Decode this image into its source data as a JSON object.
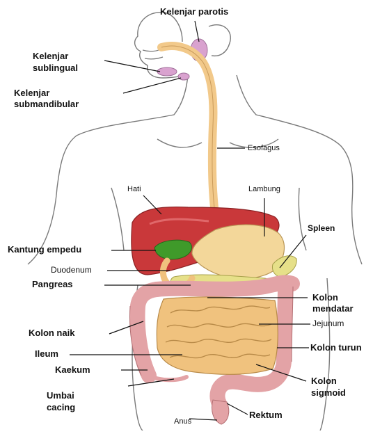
{
  "diagram": {
    "labels": {
      "parotis": "Kelenjar parotis",
      "sublingual_1": "Kelenjar",
      "sublingual_2": "sublingual",
      "submandibular_1": "Kelenjar",
      "submandibular_2": "submandibular",
      "esofagus": "Esofagus",
      "hati": "Hati",
      "lambung": "Lambung",
      "spleen": "Spleen",
      "kantung_empedu": "Kantung empedu",
      "duodenum": "Duodenum",
      "pangreas": "Pangreas",
      "kolon_mendatar_1": "Kolon",
      "kolon_mendatar_2": "mendatar",
      "jejunum": "Jejunum",
      "kolon_naik": "Kolon naik",
      "kolon_turun": "Kolon turun",
      "ileum": "Ileum",
      "kaekum": "Kaekum",
      "kolon_sigmoid_1": "Kolon",
      "kolon_sigmoid_2": "sigmoid",
      "umbai_cacing_1": "Umbai",
      "umbai_cacing_2": "cacing",
      "rektum": "Rektum",
      "anus": "Anus"
    },
    "colors": {
      "body_outline": "#7a7a7a",
      "esophagus": "#f2c98a",
      "liver": "#c9383a",
      "gallbladder": "#3f9a2a",
      "stomach": "#f3d79a",
      "pancreas": "#e6e089",
      "small_intestine": "#f0c27e",
      "large_intestine": "#e3a3a6",
      "salivary_gland": "#d9a2cf"
    }
  }
}
